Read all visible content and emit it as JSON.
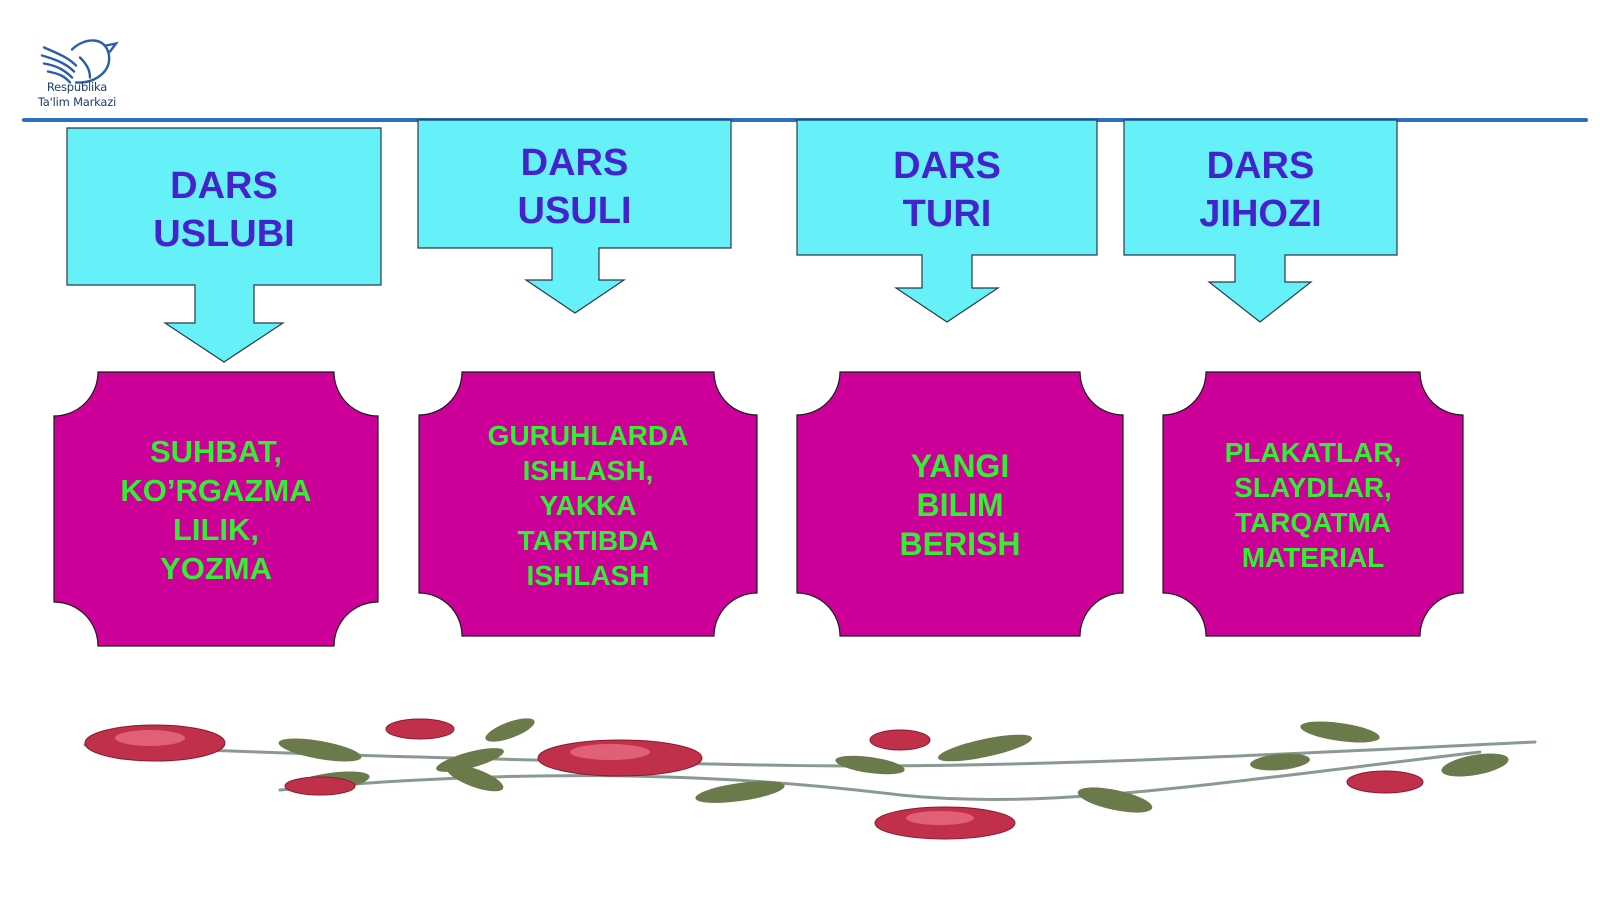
{
  "logo": {
    "icon": "dove-icon",
    "line1": "Respublika",
    "line2": "Ta'lim Markazi",
    "color": "#1d3f73"
  },
  "colors": {
    "callout_fill": "#66f0f8",
    "callout_text": "#4422cc",
    "card_fill": "#cc0099",
    "card_text": "#33ee33",
    "rule": "#2a6fc0"
  },
  "columns": [
    {
      "heading": "DARS\nUSLUBI",
      "content": "SUHBAT,\nKO’RGAZMA\nLILIK,\nYOZMA"
    },
    {
      "heading": "DARS\nUSULI",
      "content": "GURUHLARDA\nISHLASH,\nYAKKA\nTARTIBDA\nISHLASH"
    },
    {
      "heading": "DARS\nTURI",
      "content": "YANGI\nBILIM\nBERISH"
    },
    {
      "heading": "DARS\nJIHOZI",
      "content": "PLAKATLAR,\nSLAYDLAR,\nTARQATMA\nMATERIAL"
    }
  ],
  "decoration": {
    "icon": "rose-vine-icon"
  }
}
